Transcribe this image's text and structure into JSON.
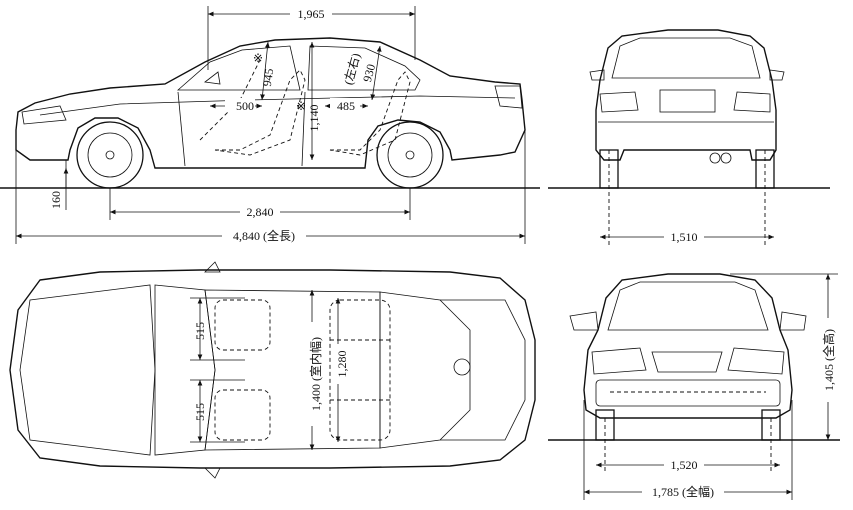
{
  "side_view": {
    "roof_length": "1,965",
    "headroom_front": "945",
    "headroom_front_mark": "※",
    "legroom_rear_label": "(左右)",
    "headroom_rear": "930",
    "legroom_front": "500",
    "legroom_front_mark": "※",
    "legroom_rear": "485",
    "interior_length": "1,140",
    "ground_clearance": "160",
    "wheelbase": "2,840",
    "overall_length": "4,840 (全長)"
  },
  "rear_view": {
    "rear_track": "1,510"
  },
  "top_view": {
    "seat_width_front": "515",
    "seat_width_rear": "515",
    "interior_width_label": "1,400 (室内幅)",
    "interior_height": "1,280"
  },
  "front_view": {
    "front_track": "1,520",
    "overall_width": "1,785 (全幅)",
    "overall_height": "1,405 (全高)"
  }
}
